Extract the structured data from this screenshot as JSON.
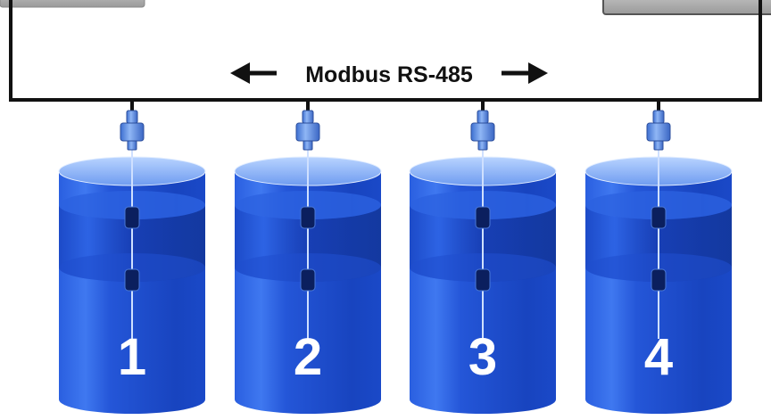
{
  "bus": {
    "label": "Modbus RS-485",
    "color": "#111111"
  },
  "tanks": [
    {
      "number": "1"
    },
    {
      "number": "2"
    },
    {
      "number": "3"
    },
    {
      "number": "4"
    }
  ],
  "colors": {
    "tank_blue": "#1f55d8",
    "tank_dark": "#0d2f9a",
    "tank_light": "#9dc2ff",
    "sensor": "#5b8fe0",
    "device_gray": "#b9b9b9"
  }
}
